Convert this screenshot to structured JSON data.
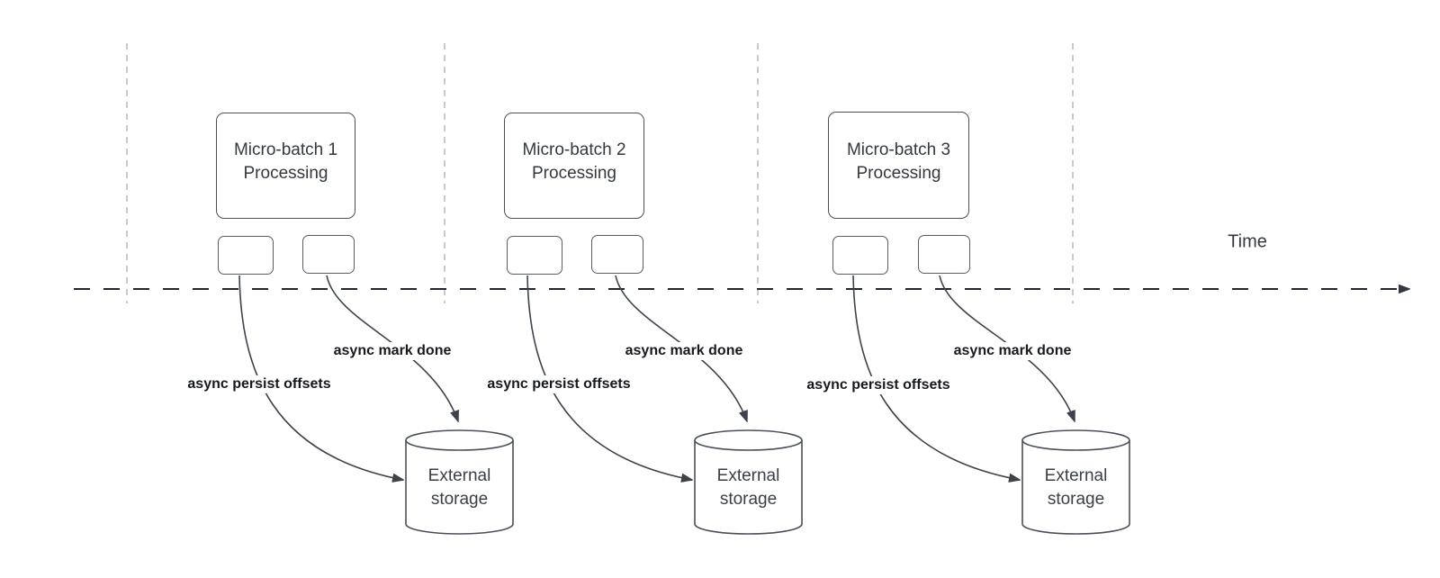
{
  "diagram_type": "micro-batch-streaming-timeline",
  "time_label": "Time",
  "groups": [
    {
      "box_line1": "Micro-batch 1",
      "box_line2": "Processing",
      "persist_arrow_label": "async persist offsets",
      "done_arrow_label": "async mark done",
      "storage_line1": "External",
      "storage_line2": "storage"
    },
    {
      "box_line1": "Micro-batch 2",
      "box_line2": "Processing",
      "persist_arrow_label": "async persist offsets",
      "done_arrow_label": "async mark done",
      "storage_line1": "External",
      "storage_line2": "storage"
    },
    {
      "box_line1": "Micro-batch 3",
      "box_line2": "Processing",
      "persist_arrow_label": "async persist offsets",
      "done_arrow_label": "async mark done",
      "storage_line1": "External",
      "storage_line2": "storage"
    }
  ],
  "colors": {
    "background": "#ffffff",
    "shape_stroke": "#4a5058",
    "arrow_stroke": "#3c434b",
    "timeline_stroke": "#23272d",
    "guide_stroke": "#b4b4b4",
    "box_text": "#33393f",
    "label_text": "#16191d"
  }
}
